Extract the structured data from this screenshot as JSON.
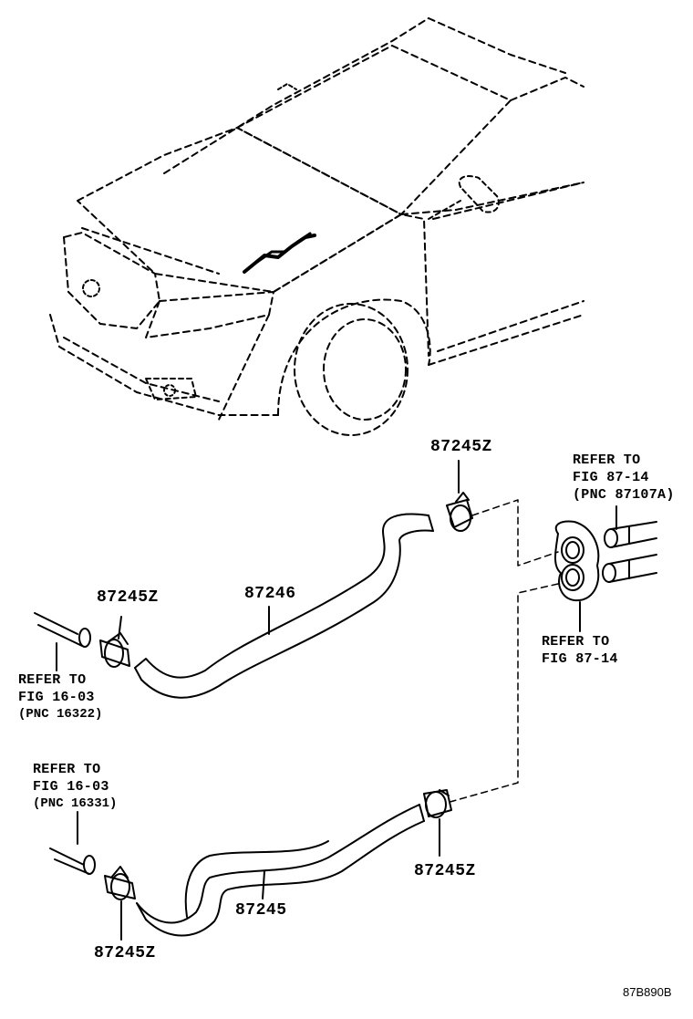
{
  "diagram": {
    "callouts": {
      "clamp_top": "87245Z",
      "clamp_left_upper": "87245Z",
      "hose_upper": "87246",
      "clamp_lower_right": "87245Z",
      "hose_lower": "87245",
      "clamp_bottom": "87245Z"
    },
    "references": {
      "upper_right": {
        "line1": "REFER TO",
        "line2": "FIG 87-14",
        "line3": "(PNC 87107A)"
      },
      "middle_right": {
        "line1": "REFER TO",
        "line2": "FIG 87-14"
      },
      "left_upper": {
        "line1": "REFER TO",
        "line2": "FIG 16-03",
        "line3": "(PNC 16322)"
      },
      "left_lower": {
        "line1": "REFER TO",
        "line2": "FIG 16-03",
        "line3": "(PNC 16331)"
      }
    },
    "illustration_code": "87B890B"
  }
}
